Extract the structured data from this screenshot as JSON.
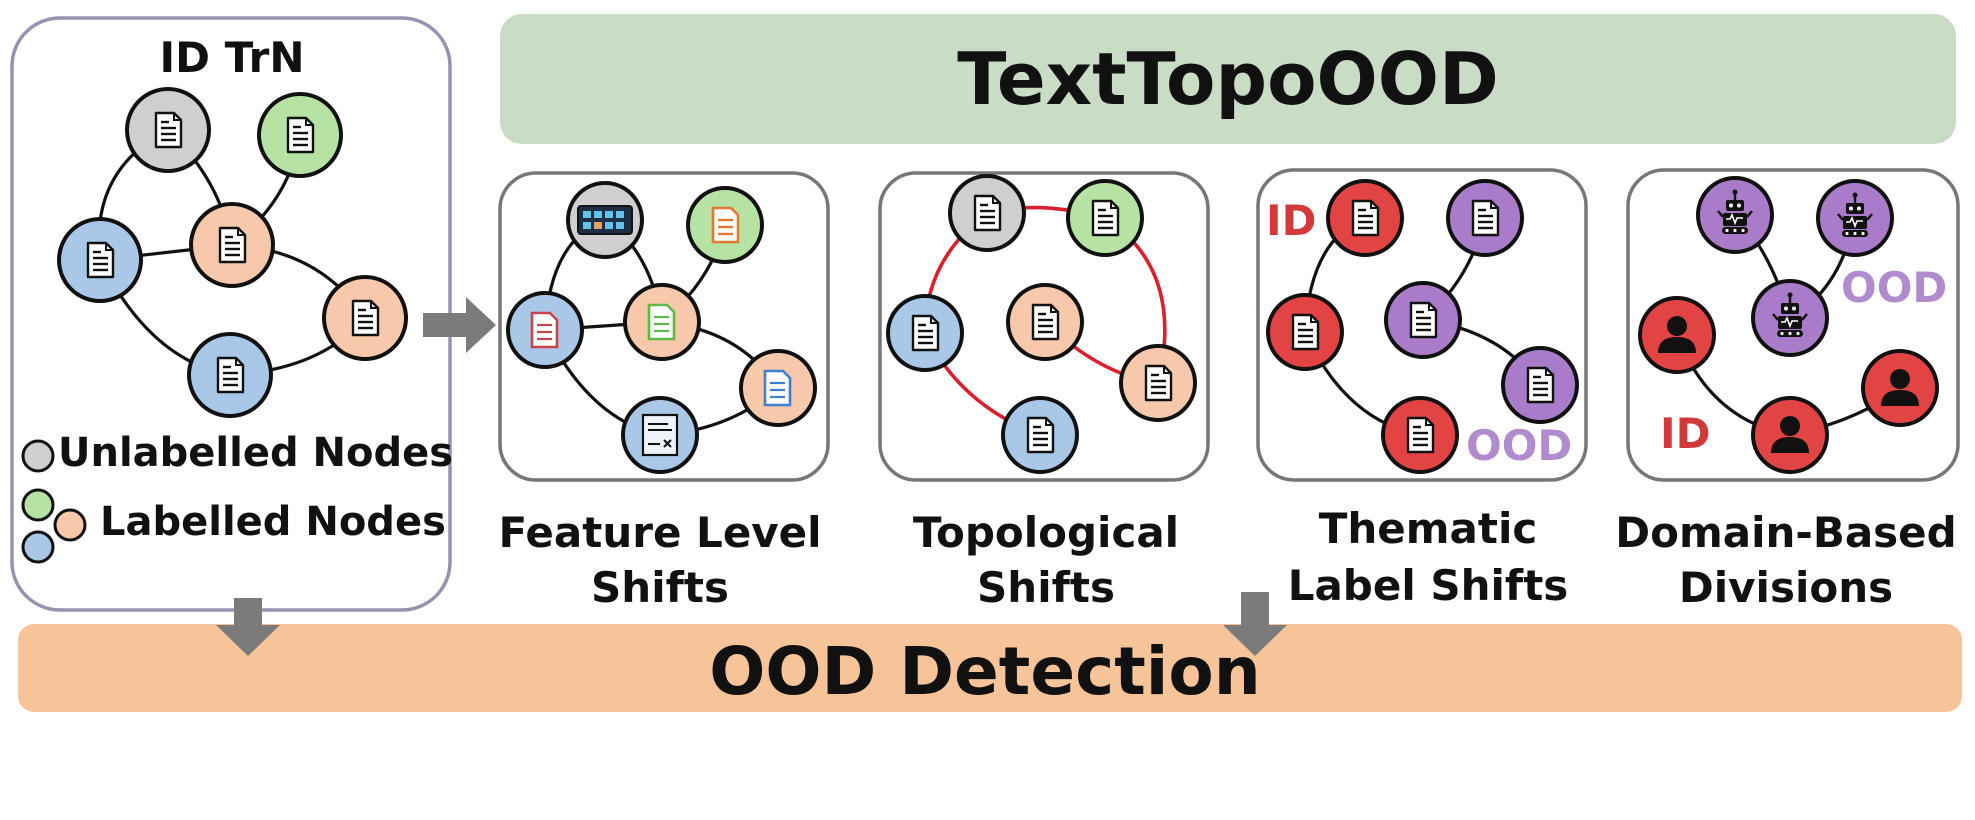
{
  "title": "TextTopoOOD",
  "training": {
    "title": "ID TrN",
    "legend": {
      "unlabelled": "Unlabelled Nodes",
      "labelled": "Labelled Nodes"
    }
  },
  "panels": [
    {
      "caption1": "Feature Level",
      "caption2": "Shifts"
    },
    {
      "caption1": "Topological",
      "caption2": "Shifts"
    },
    {
      "caption1": "Thematic",
      "caption2": "Label Shifts",
      "tag_id": "ID",
      "tag_ood": "OOD"
    },
    {
      "caption1": "Domain-Based",
      "caption2": "Divisions",
      "tag_id": "ID",
      "tag_ood": "OOD"
    }
  ],
  "bottom": {
    "label": "OOD Detection"
  },
  "colors": {
    "title_bar": "#c9dcc4",
    "bottom_bar": "#f7c49a",
    "gray_node": "#cfcfcf",
    "green_node": "#b6e3a4",
    "orange_node": "#f7c9aa",
    "blue_node": "#a9c8e8",
    "red_node": "#e24444",
    "purple_node": "#a87cc8",
    "red_edge": "#d9202c",
    "id_text": "#d23a3a",
    "ood_text": "#b08ccf"
  }
}
